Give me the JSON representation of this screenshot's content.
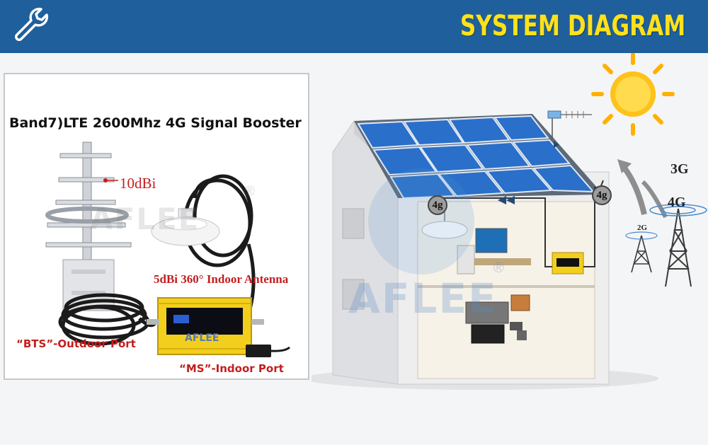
{
  "header": {
    "title": "SYSTEM DIAGRAM",
    "icon": "wrench-icon",
    "background_color": "#1f5f9b",
    "title_color": "#ffe11a"
  },
  "product_panel": {
    "title": "Band7)LTE 2600Mhz 4G Signal Booster",
    "outdoor_antenna_gain": "10dBi",
    "indoor_antenna_label": "5dBi 360° Indoor Antenna",
    "outdoor_port_label": "“BTS”-Outdoor Port",
    "indoor_port_label": "“MS”-Indoor Port",
    "watermark": "AFLEE",
    "watermark_mark": "®",
    "device_brand": "AFLEE"
  },
  "house_diagram": {
    "tags": [
      "4g",
      "4g"
    ],
    "networks": {
      "three_g": "3G",
      "four_g": "4G",
      "two_g": "2G"
    },
    "watermark": "AFLEE",
    "watermark_mark": "®"
  },
  "colors": {
    "accent_red": "#c41e1e",
    "booster_yellow": "#f3cf1d",
    "solar_blue": "#2a6fc9"
  }
}
